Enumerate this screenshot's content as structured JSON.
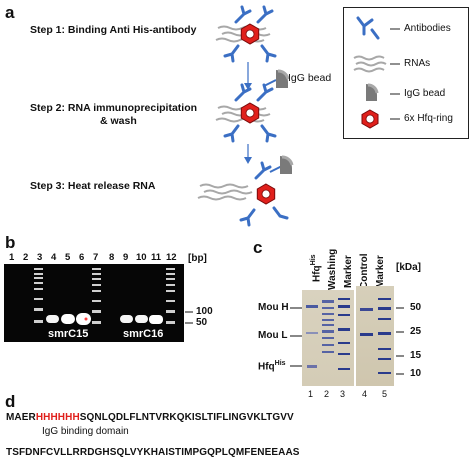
{
  "panels": {
    "a": "a",
    "b": "b",
    "c": "c",
    "d": "d"
  },
  "steps": [
    {
      "line1": "Step 1: Binding Anti His-antibody",
      "line2": ""
    },
    {
      "line1": "Step 2: RNA immunoprecipitation",
      "line2": "& wash"
    },
    {
      "line1": "Step 3: Heat release RNA",
      "line2": ""
    }
  ],
  "igg_bead_label": "IgG bead",
  "legend": [
    {
      "label": "Antibodies",
      "icon": "antibody-icon"
    },
    {
      "label": "RNAs",
      "icon": "rna-icon"
    },
    {
      "label": "IgG bead",
      "icon": "igg-bead-icon"
    },
    {
      "label": "6x Hfq-ring",
      "icon": "hfq-ring-icon"
    }
  ],
  "gel_b": {
    "lanes": [
      "1",
      "2",
      "3",
      "4",
      "5",
      "6",
      "7",
      "8",
      "9",
      "10",
      "11",
      "12"
    ],
    "unit": "[bp]",
    "markers": [
      "100",
      "50"
    ],
    "labels": [
      "smrC15",
      "smrC16"
    ]
  },
  "gel_c": {
    "lane_headers": [
      "Hfq",
      "His",
      "Washing",
      "Marker",
      "Control",
      "Marker"
    ],
    "unit": "[kDa]",
    "mw": [
      "50",
      "25",
      "15",
      "10"
    ],
    "bands": {
      "mou_h": "Mou H",
      "mou_l": "Mou L",
      "hfq": "Hfq",
      "hfq_sup": "His"
    },
    "lane_numbers": [
      "1",
      "2",
      "3",
      "4",
      "5"
    ]
  },
  "sequence": {
    "line1_pre": "MAER",
    "line1_his": "HHHHHH",
    "line1_post": "SQNLQDLFLNTVRKQKISLTIFLINGVKLTGVV",
    "domain_label": "IgG binding domain",
    "line2": "TSFDNFCVLLRRDGHSQLVYKHAISTIMPGQPLQMFENEEAAS"
  },
  "colors": {
    "antibody": "#3b6fc4",
    "hfq": "#e0201c",
    "rna": "#9a9a9a",
    "bead": "#7a7a7a",
    "his_highlight": "#e0201c"
  }
}
